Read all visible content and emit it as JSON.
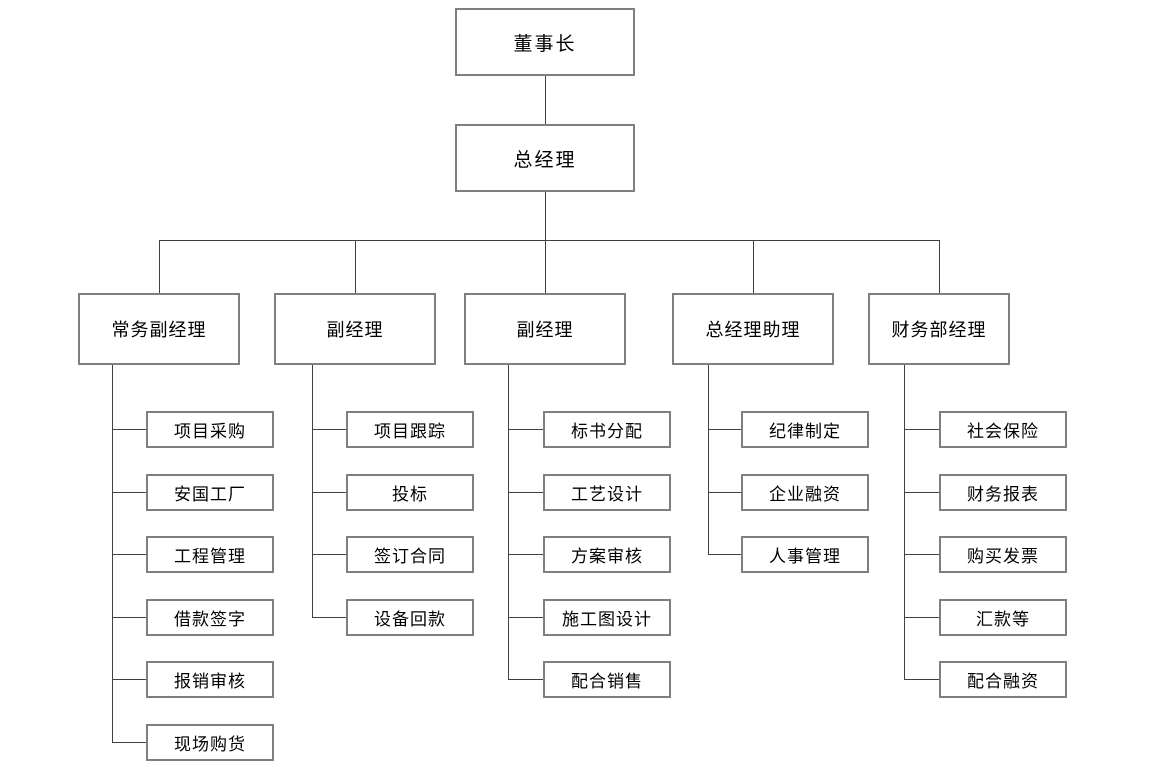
{
  "diagram": {
    "type": "org-chart",
    "colors": {
      "background": "#ffffff",
      "box_border": "#7f7f7f",
      "line": "#404040",
      "text": "#000000"
    },
    "root": {
      "label": "董事长"
    },
    "general_manager": {
      "label": "总经理"
    },
    "branches": [
      {
        "label": "常务副经理",
        "children": [
          "项目采购",
          "安国工厂",
          "工程管理",
          "借款签字",
          "报销审核",
          "现场购货"
        ]
      },
      {
        "label": "副经理",
        "children": [
          "项目跟踪",
          "投标",
          "签订合同",
          "设备回款"
        ]
      },
      {
        "label": "副经理",
        "children": [
          "标书分配",
          "工艺设计",
          "方案审核",
          "施工图设计",
          "配合销售"
        ]
      },
      {
        "label": "总经理助理",
        "children": [
          "纪律制定",
          "企业融资",
          "人事管理"
        ]
      },
      {
        "label": "财务部经理",
        "children": [
          "社会保险",
          "财务报表",
          "购买发票",
          "汇款等",
          "配合融资"
        ]
      }
    ]
  }
}
